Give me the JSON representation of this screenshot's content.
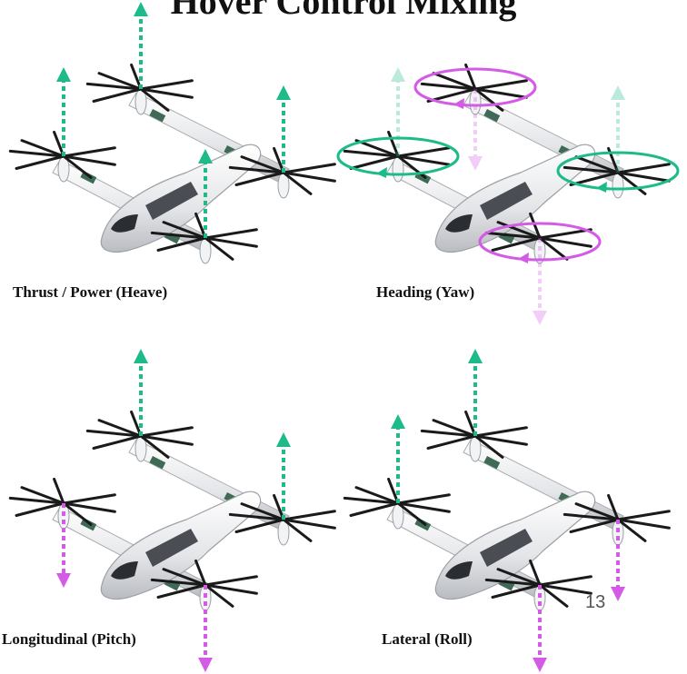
{
  "title": "Hover Control Mixing",
  "slide_number": "13",
  "colors": {
    "thrust_increase": "#1dbb8a",
    "thrust_decrease": "#d35be6",
    "fuselage": "#e9eaec",
    "accent_stripe": "#3e6a56",
    "blade": "#1a1a1a"
  },
  "panels": [
    {
      "caption": "Thrust / Power (Heave)"
    },
    {
      "caption": "Heading (Yaw)"
    },
    {
      "caption": "Longitudinal (Pitch)"
    },
    {
      "caption": "Lateral (Roll)"
    }
  ]
}
